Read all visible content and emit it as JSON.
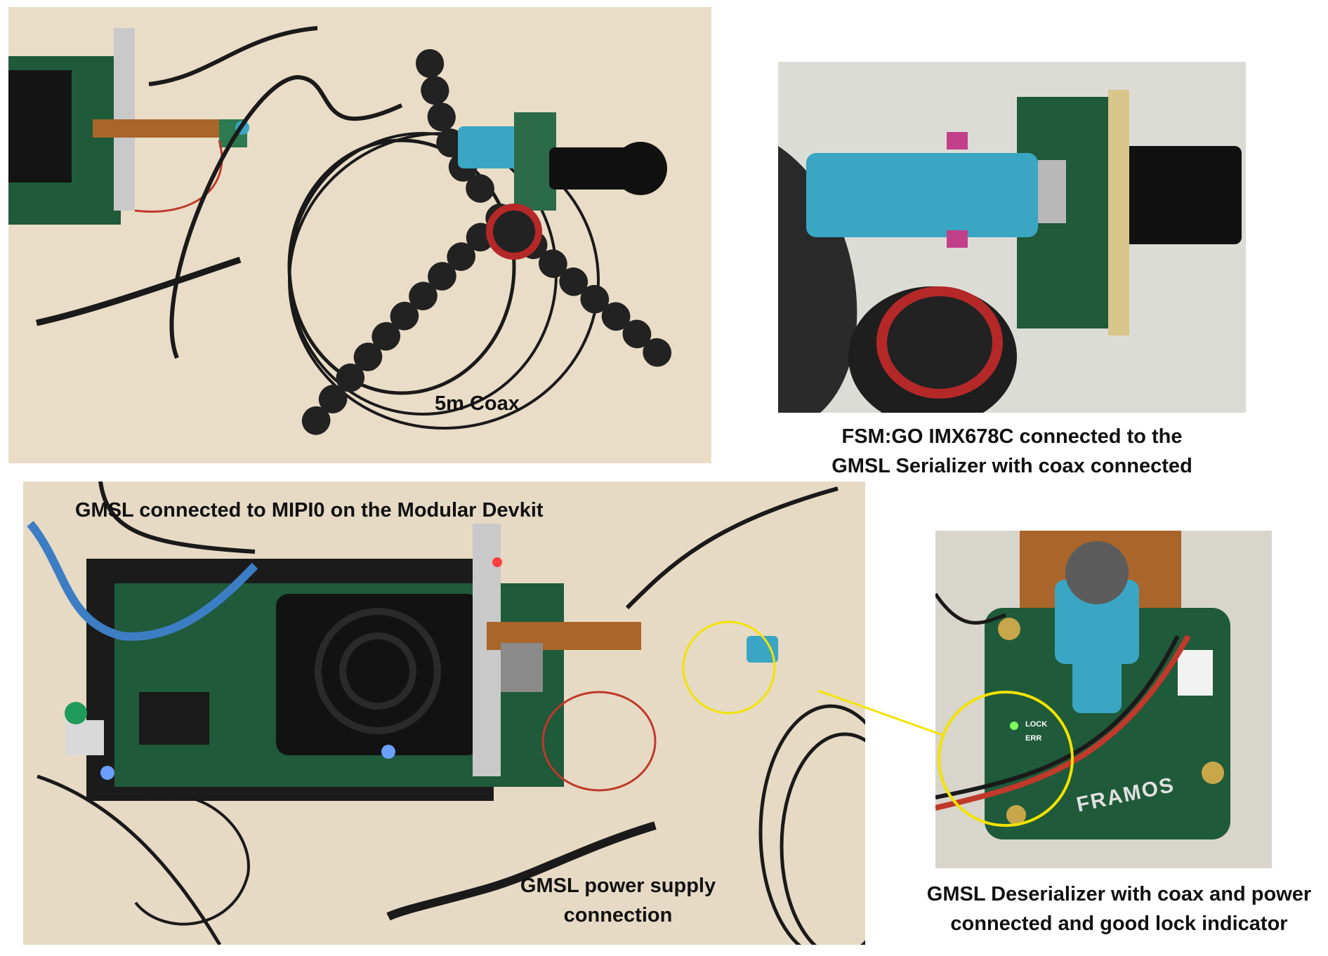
{
  "panels": {
    "top_left": {
      "caption": "5m Coax"
    },
    "top_right": {
      "caption_lines": [
        "FSM:GO IMX678C connected to the",
        "GMSL Serializer with coax connected"
      ]
    },
    "bottom_left": {
      "caption_top": "GMSL connected to MIPI0 on the Modular Devkit",
      "caption_bottom_lines": [
        "GMSL power supply",
        "connection"
      ]
    },
    "bottom_right": {
      "caption_lines": [
        "GMSL Deserializer with coax and power",
        "connected and good lock indicator"
      ],
      "board_brand": "FRAMOS",
      "led_labels": [
        "LOCK",
        "ERR"
      ]
    }
  },
  "colors": {
    "desk": "#e9ddc7",
    "board_green": "#1f5a3a",
    "coax_blue": "#3aa6c4",
    "highlight_yellow": "#f3e300",
    "cable_black": "#1a1a1a"
  }
}
